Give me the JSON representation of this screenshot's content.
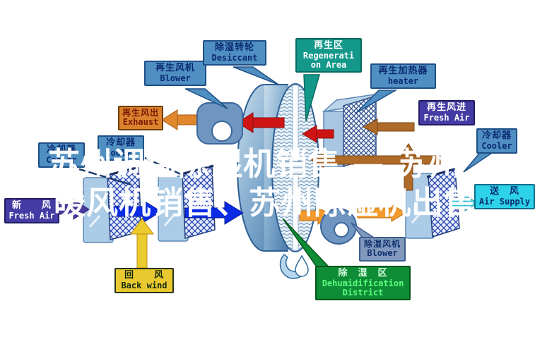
{
  "watermark": {
    "line1": "苏州调温除湿机销售 — 苏州",
    "line2": "暖风机销售、苏州除湿机出售"
  },
  "labels": {
    "regen_blower": {
      "cn": "再生风机",
      "en": "Blower"
    },
    "desiccant": {
      "cn": "除湿转轮",
      "en": "Desiccant"
    },
    "regen_area": {
      "cn": "再生区",
      "en_line1": "Regenerati",
      "en_line2": "on Area"
    },
    "regen_heater": {
      "cn": "再生加热器",
      "en": "heater"
    },
    "exhaust": {
      "cn": "再生风出",
      "en": "Exhaust"
    },
    "regen_fresh_air": {
      "cn": "再生风进",
      "en": "Fresh Air"
    },
    "cooler_top_right": {
      "cn": "冷却器",
      "en": "Cooler"
    },
    "cooler_left": {
      "cn": "冷却器",
      "en": "Cooler"
    },
    "cooler_mid": {
      "cn": "冷却器",
      "en": "Cooler"
    },
    "fresh_air": {
      "cn": "新　　风",
      "en": "Fresh Air"
    },
    "back_wind": {
      "cn": "回　　风",
      "en": "Back wind"
    },
    "dehum_blower": {
      "cn": "除湿风机",
      "en": "Blower"
    },
    "dehum_district": {
      "cn": "除　湿　区",
      "en_line1": "Dehumidification",
      "en_line2": "District"
    },
    "air_supply": {
      "cn": "送　风",
      "en": "Air Supply"
    }
  },
  "colors": {
    "label_blue": "#4f8fc2",
    "label_teal": "#13988a",
    "label_orange": "#d9832c",
    "label_indigo": "#453ba4",
    "label_yellow": "#e9c92f",
    "label_slate": "#8099bd",
    "label_green": "#0e8c36",
    "label_cyan": "#2ed2e8",
    "arrow_red": "#cf1414",
    "arrow_orange": "#ef8e2a",
    "arrow_brown": "#ad6a28",
    "arrow_blue": "#0a2ce4",
    "arrow_purple": "#4a3a9e",
    "arrow_yellow": "#eccb2e",
    "arrow_cyan": "#3cc9de",
    "watermark": "#ffffff"
  }
}
